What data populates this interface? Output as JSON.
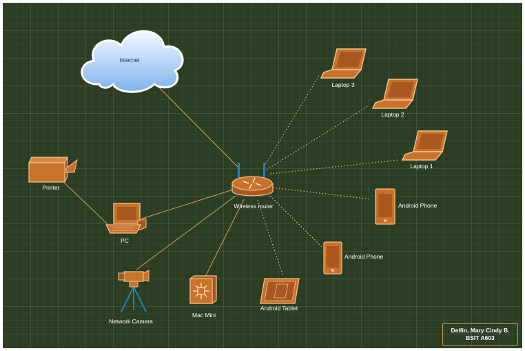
{
  "colors": {
    "background": "#2b3d22",
    "device_fill": "#c8722c",
    "device_stroke": "#f1c28e",
    "cable": "#c9a46e",
    "wireless": "#d9b98a",
    "cloud_fill": "#cfe3fa",
    "antenna": "#2a7fb5"
  },
  "nodes": {
    "internet": {
      "label": "Internet",
      "icon": "cloud-icon"
    },
    "router": {
      "label": "Wireless router",
      "icon": "router-icon"
    },
    "laptop3": {
      "label": "Laptop 3",
      "icon": "laptop-icon"
    },
    "laptop2": {
      "label": "Laptop 2",
      "icon": "laptop-icon"
    },
    "laptop1": {
      "label": "Laptop 1",
      "icon": "laptop-icon"
    },
    "phone1": {
      "label": "Android Phone",
      "icon": "phone-icon"
    },
    "phone2": {
      "label": "Android Phone",
      "icon": "phone-icon"
    },
    "tablet": {
      "label": "Android Tablet",
      "icon": "tablet-icon"
    },
    "macmini": {
      "label": "Mac Mini",
      "icon": "mac-mini-icon"
    },
    "camera": {
      "label": "Network Camera",
      "icon": "camera-icon"
    },
    "pc": {
      "label": "PC",
      "icon": "pc-icon"
    },
    "printer": {
      "label": "Printer",
      "icon": "printer-icon"
    }
  },
  "connections": [
    {
      "from": "internet",
      "to": "router",
      "type": "wired"
    },
    {
      "from": "router",
      "to": "laptop3",
      "type": "wireless"
    },
    {
      "from": "router",
      "to": "laptop2",
      "type": "wireless"
    },
    {
      "from": "router",
      "to": "laptop1",
      "type": "wireless"
    },
    {
      "from": "router",
      "to": "phone1",
      "type": "wireless"
    },
    {
      "from": "router",
      "to": "phone2",
      "type": "wireless"
    },
    {
      "from": "router",
      "to": "tablet",
      "type": "wireless"
    },
    {
      "from": "router",
      "to": "macmini",
      "type": "wired"
    },
    {
      "from": "router",
      "to": "camera",
      "type": "wired"
    },
    {
      "from": "router",
      "to": "pc",
      "type": "wired"
    },
    {
      "from": "pc",
      "to": "printer",
      "type": "wired"
    }
  ],
  "author": {
    "name": "Delfin, Mary Cindy B.",
    "section": "BSIT A603"
  }
}
